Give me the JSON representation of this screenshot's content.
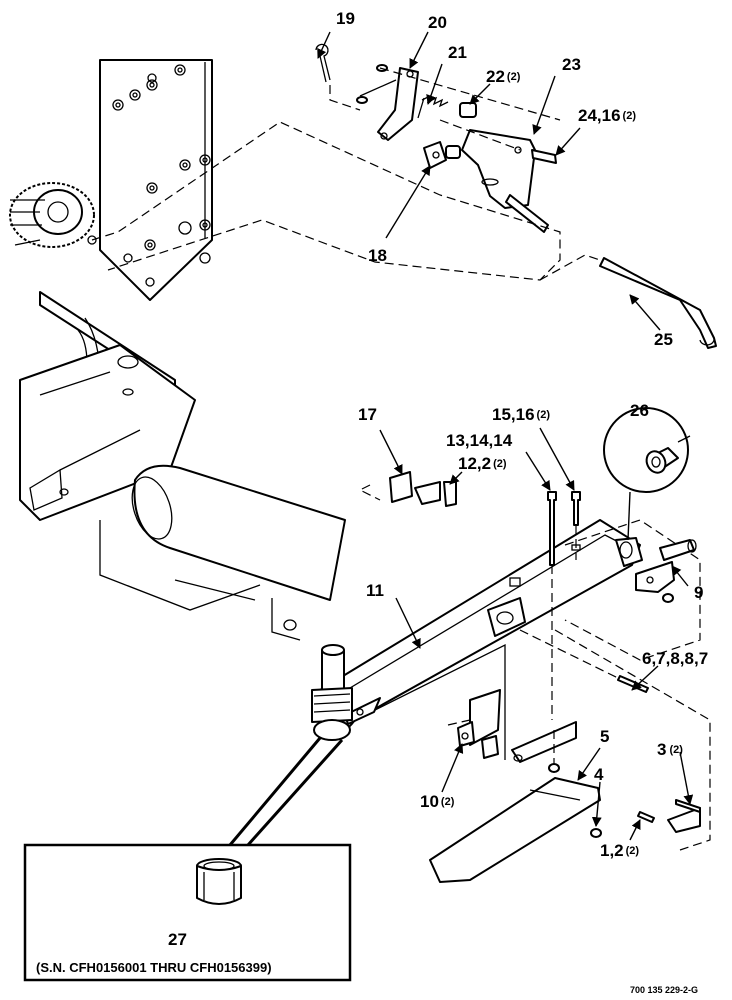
{
  "labels": [
    {
      "id": "19",
      "text": "19"
    },
    {
      "id": "20",
      "text": "20"
    },
    {
      "id": "21",
      "text": "21"
    },
    {
      "id": "22",
      "text": "22",
      "qty": "(2)"
    },
    {
      "id": "23",
      "text": "23"
    },
    {
      "id": "24-16",
      "text": "24,16",
      "qty": "(2)"
    },
    {
      "id": "18",
      "text": "18"
    },
    {
      "id": "25",
      "text": "25"
    },
    {
      "id": "26",
      "text": "26"
    },
    {
      "id": "17",
      "text": "17"
    },
    {
      "id": "15-16",
      "text": "15,16",
      "qty": "(2)"
    },
    {
      "id": "13-14-14",
      "text": "13,14,14"
    },
    {
      "id": "12-2",
      "text": "12,2",
      "qty": "(2)"
    },
    {
      "id": "11",
      "text": "11"
    },
    {
      "id": "9",
      "text": "9"
    },
    {
      "id": "6-7-8-8-7",
      "text": "6,7,8,8,7"
    },
    {
      "id": "5",
      "text": "5"
    },
    {
      "id": "3",
      "text": "3",
      "qty": "(2)"
    },
    {
      "id": "4",
      "text": "4"
    },
    {
      "id": "10",
      "text": "10",
      "qty": "(2)"
    },
    {
      "id": "1-2",
      "text": "1,2",
      "qty": "(2)"
    },
    {
      "id": "27",
      "text": "27"
    }
  ],
  "inset": {
    "caption": "(S.N. CFH0156001 THRU CFH0156399)"
  },
  "figure_ref": "700 135 229-2-G"
}
